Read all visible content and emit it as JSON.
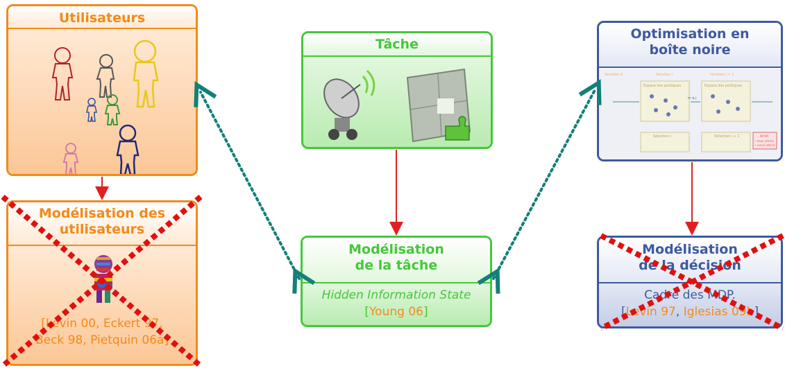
{
  "users_box": {
    "title": "Utilisateurs"
  },
  "user_model_box": {
    "title_line1": "Modélisation des",
    "title_line2": "utilisateurs",
    "cite_open": "[",
    "cite_line1": "Levin 00, Eckert 97,",
    "cite_line2": "Beck 98, Pietquin 06a",
    "cite_close": "]"
  },
  "task_box": {
    "title": "Tâche"
  },
  "task_model_box": {
    "title_line1": "Modélisation",
    "title_line2": "de la tâche",
    "subtitle": "Hidden Information State",
    "cite_open": "[",
    "cite": "Young 06",
    "cite_close": "]"
  },
  "blackbox_box": {
    "title_line1": "Optimisation en",
    "title_line2": "boîte noire",
    "thumb": {
      "iter_a": "Iteration 0",
      "iter_b": "Iteration i",
      "iter_c": "Iteration i + 1",
      "space_label": "Espace des politiques",
      "update_label": "m à j",
      "sel_a": "Sélection i",
      "sel_b": "Sélection i + 1",
      "stop": "Arrêt",
      "stop_item1": "• Imax atteint",
      "stop_item2": "• εseuil atteint"
    }
  },
  "decision_box": {
    "title_line1": "Modélisation",
    "title_line2": "de la décision",
    "line1": "Cadre des MDP.",
    "cite_open": "[",
    "cite_a": "Levin 97",
    "sep": ", ",
    "cite_b": "Iglesias 09b",
    "cite_close": "]"
  },
  "colors": {
    "orange": "#f28a1a",
    "green": "#45c73b",
    "blue": "#3d5a9e",
    "arrow_red": "#e02020",
    "dotted_teal": "#138078",
    "cross_red": "#e01010"
  }
}
